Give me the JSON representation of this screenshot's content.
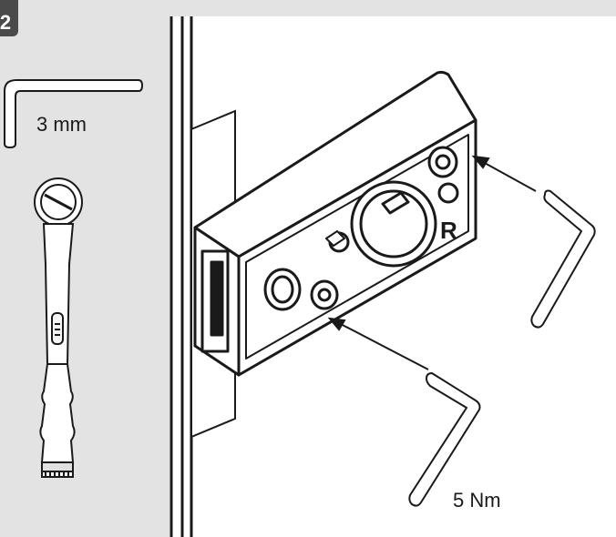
{
  "step": {
    "number": "2"
  },
  "tools": {
    "hex_key_size": "3 mm"
  },
  "annotation": {
    "torque": "5 Nm"
  },
  "icons": [
    "hex-key-icon",
    "torque-wrench-icon",
    "hinge-block-icon",
    "arrow-icon"
  ]
}
